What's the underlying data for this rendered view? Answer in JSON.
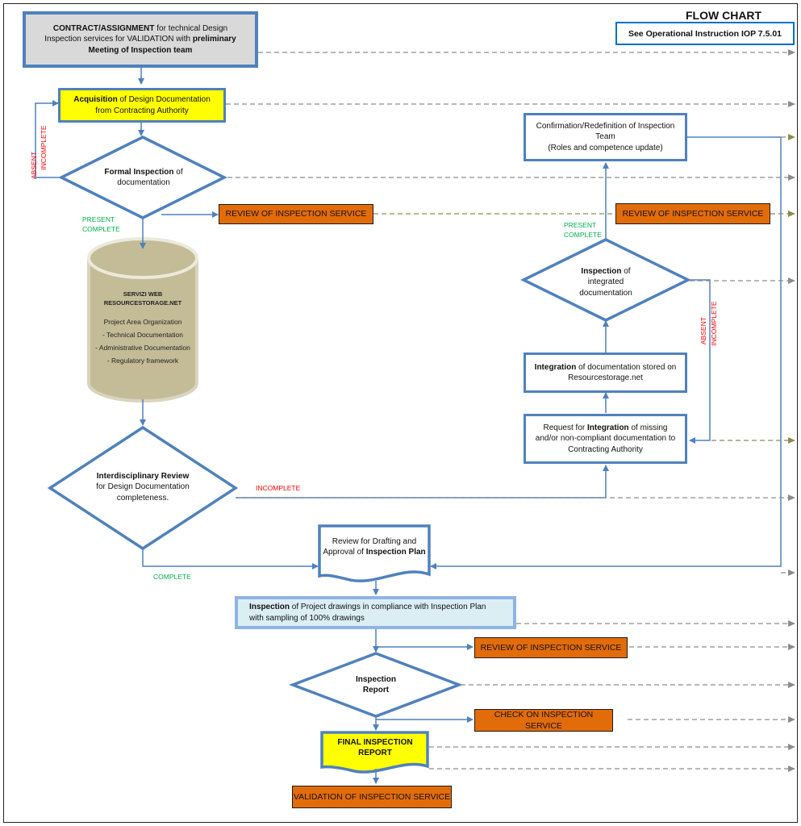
{
  "header": {
    "title": "FLOW CHART",
    "reference": "See Operational Instruction IOP 7.5.01"
  },
  "nodes": {
    "contract": {
      "bold1": "CONTRACT/ASSIGNMENT",
      "text1": " for technical Design Inspection services for VALIDATION with ",
      "bold2": "preliminary",
      "text2": "  ",
      "bold3": "Meeting of Inspection team"
    },
    "acquisition": {
      "bold": "Acquisition",
      "text": " of Design Documentation from Contracting Authority"
    },
    "formal_inspection": {
      "bold": "Formal Inspection",
      "text": " of documentation"
    },
    "database": {
      "line1": "SERVIZI WEB",
      "line2": "RESOURCESTORAGE.NET",
      "items": [
        "Project Area Organization",
        "- Technical Documentation",
        "- Administrative Documentation",
        "- Regulatory framework"
      ]
    },
    "interdisciplinary": {
      "bold": "Interdisciplinary Review",
      "text": " for Design Documentation completeness."
    },
    "drafting_plan": {
      "text": "Review for Drafting and Approval of ",
      "bold": "Inspection Plan"
    },
    "inspection_drawings": {
      "bold": "Inspection",
      "text": " of  Project drawings in compliance with Inspection Plan with sampling of 100% drawings"
    },
    "inspection_report": {
      "text": "Inspection Report"
    },
    "final_report": {
      "text": "FINAL INSPECTION REPORT"
    },
    "validation": {
      "text": "VALIDATION OF INSPECTION SERVICE"
    },
    "confirmation": {
      "line1": "Confirmation/Redefinition of Inspection Team",
      "line2": "(Roles and competence update)"
    },
    "integrated_inspection": {
      "bold": "Inspection",
      "text": " of integrated documentation"
    },
    "integration": {
      "bold": "Integration",
      "text": " of documentation stored on Resourcestorage.net"
    },
    "request": {
      "text1": "Request for ",
      "bold": "Integration",
      "text2": " of missing and/or non-compliant documentation to Contracting Authority"
    },
    "review_service_1": {
      "text": "REVIEW OF INSPECTION SERVICE"
    },
    "review_service_2": {
      "text": "REVIEW OF INSPECTION SERVICE"
    },
    "review_service_3": {
      "text": "REVIEW OF INSPECTION SERVICE"
    },
    "check_service": {
      "text": "CHECK ON INSPECTION SERVICE"
    }
  },
  "labels": {
    "absent": "ABSENT",
    "incomplete": "INCOMPLETE",
    "present": "PRESENT",
    "complete": "COMPLETE",
    "incomplete_review": "INCOMPLETE",
    "present_right": "PRESENT",
    "complete_right": "COMPLETE",
    "absent_right": "ABSENT",
    "incomplete_right": "INCOMPLETE",
    "complete_bottom": "COMPLETE"
  },
  "colors": {
    "border_blue": "#4f81bd",
    "highlight_yellow": "#ffff00",
    "service_orange": "#e36c0a",
    "status_green": "#00b050",
    "status_red": "#ff0000",
    "dashed_grey": "#8c8c8c",
    "dashed_olive": "#8c8c50"
  }
}
